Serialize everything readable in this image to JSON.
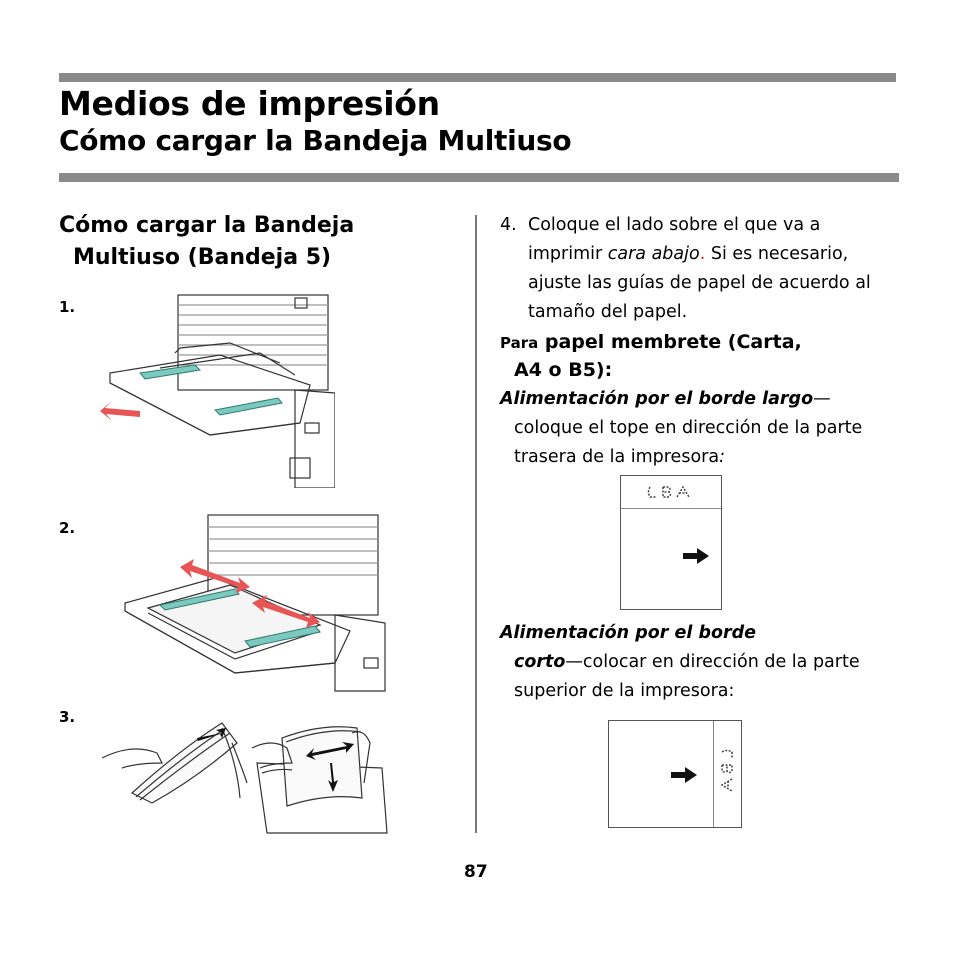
{
  "header": {
    "title": "Medios de impresión",
    "subtitle": "Cómo cargar la Bandeja Multiuso"
  },
  "left": {
    "section_title_line1": "Cómo cargar la Bandeja",
    "section_title_line2": "Multiuso (Bandeja 5)",
    "steps": [
      "1.",
      "2.",
      "3."
    ]
  },
  "right": {
    "step4": {
      "num": "4.",
      "text_a": "Coloque el lado sobre el que va a imprimir ",
      "text_em": "cara abajo",
      "text_dot": ".",
      "text_b": " Si es necesario, ajuste las guías de papel de acuerdo al tamaño del papel."
    },
    "letterhead": {
      "small": "Para",
      "line1": " papel membrete (Carta,",
      "line2": "A4 o B5):"
    },
    "long_edge": {
      "lead": "Alimentación por el borde largo",
      "dash": "—",
      "text": "coloque el tope en dirección de la parte trasera de la impresora",
      "colon": ":"
    },
    "short_edge": {
      "lead1": "Alimentación por el borde",
      "lead2": "corto",
      "text": "—colocar en dirección de la parte superior de la impresora:"
    }
  },
  "page_number": "87",
  "icons": [
    "feed-arrow-icon",
    "letterhead-abc-icon"
  ],
  "colors": {
    "rule": "#8a8a8a",
    "accent_red": "#d62020",
    "guide_teal": "#7cc9bf"
  }
}
